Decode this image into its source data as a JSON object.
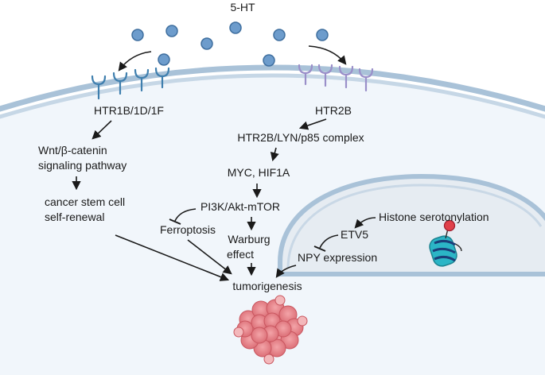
{
  "ligand": {
    "label": "5-HT"
  },
  "receptors": {
    "left_label": "HTR1B/1D/1F",
    "right_label": "HTR2B"
  },
  "left_pathway": {
    "step1_line1": "Wnt/β-catenin",
    "step1_line2": "signaling pathway",
    "step2_line1": "cancer stem cell",
    "step2_line2": "self-renewal"
  },
  "right_pathway": {
    "complex": "HTR2B/LYN/p85 complex",
    "targets": "MYC, HIF1A",
    "kinase": "PI3K/Akt-mTOR",
    "ferroptosis": "Ferroptosis",
    "warburg_line1": "Warburg",
    "warburg_line2": "effect"
  },
  "nucleus": {
    "histone": "Histone serotonylation",
    "etv5": "ETV5",
    "npy": "NPY expression"
  },
  "outcome": {
    "label": "tumorigenesis"
  },
  "colors": {
    "membrane": "#a9c2d8",
    "cell_fill": "#f1f6fb",
    "nucleus_fill": "#e8eef3",
    "ligand": "#6d9ccc",
    "receptor_left": "#3f7fae",
    "receptor_right": "#9a8fc9",
    "tumor": "#e8868c"
  }
}
